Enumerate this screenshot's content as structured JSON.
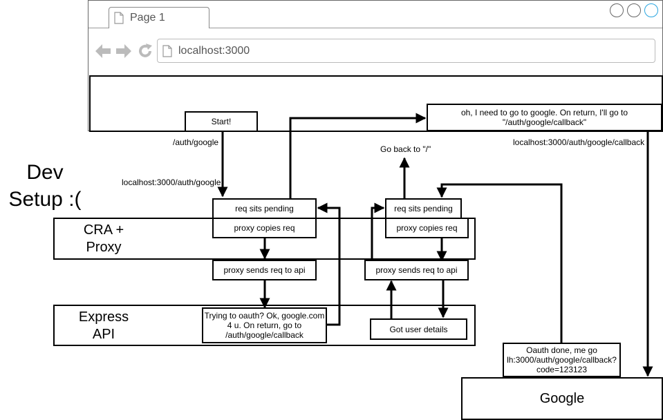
{
  "browser": {
    "tab_title": "Page 1",
    "address": "localhost:3000",
    "icons": [
      "back-arrow-icon",
      "forward-arrow-icon",
      "reload-icon",
      "page-icon"
    ]
  },
  "labels": {
    "dev_setup": "Dev Setup :(",
    "cra_proxy": "CRA + Proxy",
    "express_api": "Express API",
    "google": "Google"
  },
  "boxes": {
    "start": "Start!",
    "oh_google": "oh, I need to go to google.  On return, I'll go to \"/auth/google/callback\"",
    "req_pending_1": "req sits pending",
    "proxy_copies_1": "proxy copies req",
    "proxy_sends_1": "proxy sends req to api",
    "trying_oauth": "Trying to oauth?  Ok, google.com 4 u.  On return, go to /auth/google/callback",
    "req_pending_2": "req sits pending",
    "proxy_copies_2": "proxy copies req",
    "proxy_sends_2": "proxy sends req to api",
    "got_user": "Got user details",
    "oauth_done": "Oauth done, me go lh:3000/auth/google/callback?code=123123"
  },
  "annotations": {
    "auth_google": "/auth/google",
    "localhost_auth_google": "localhost:3000/auth/google",
    "go_back": "Go back to \"/\"",
    "localhost_callback": "localhost:3000/auth/google/callback"
  }
}
